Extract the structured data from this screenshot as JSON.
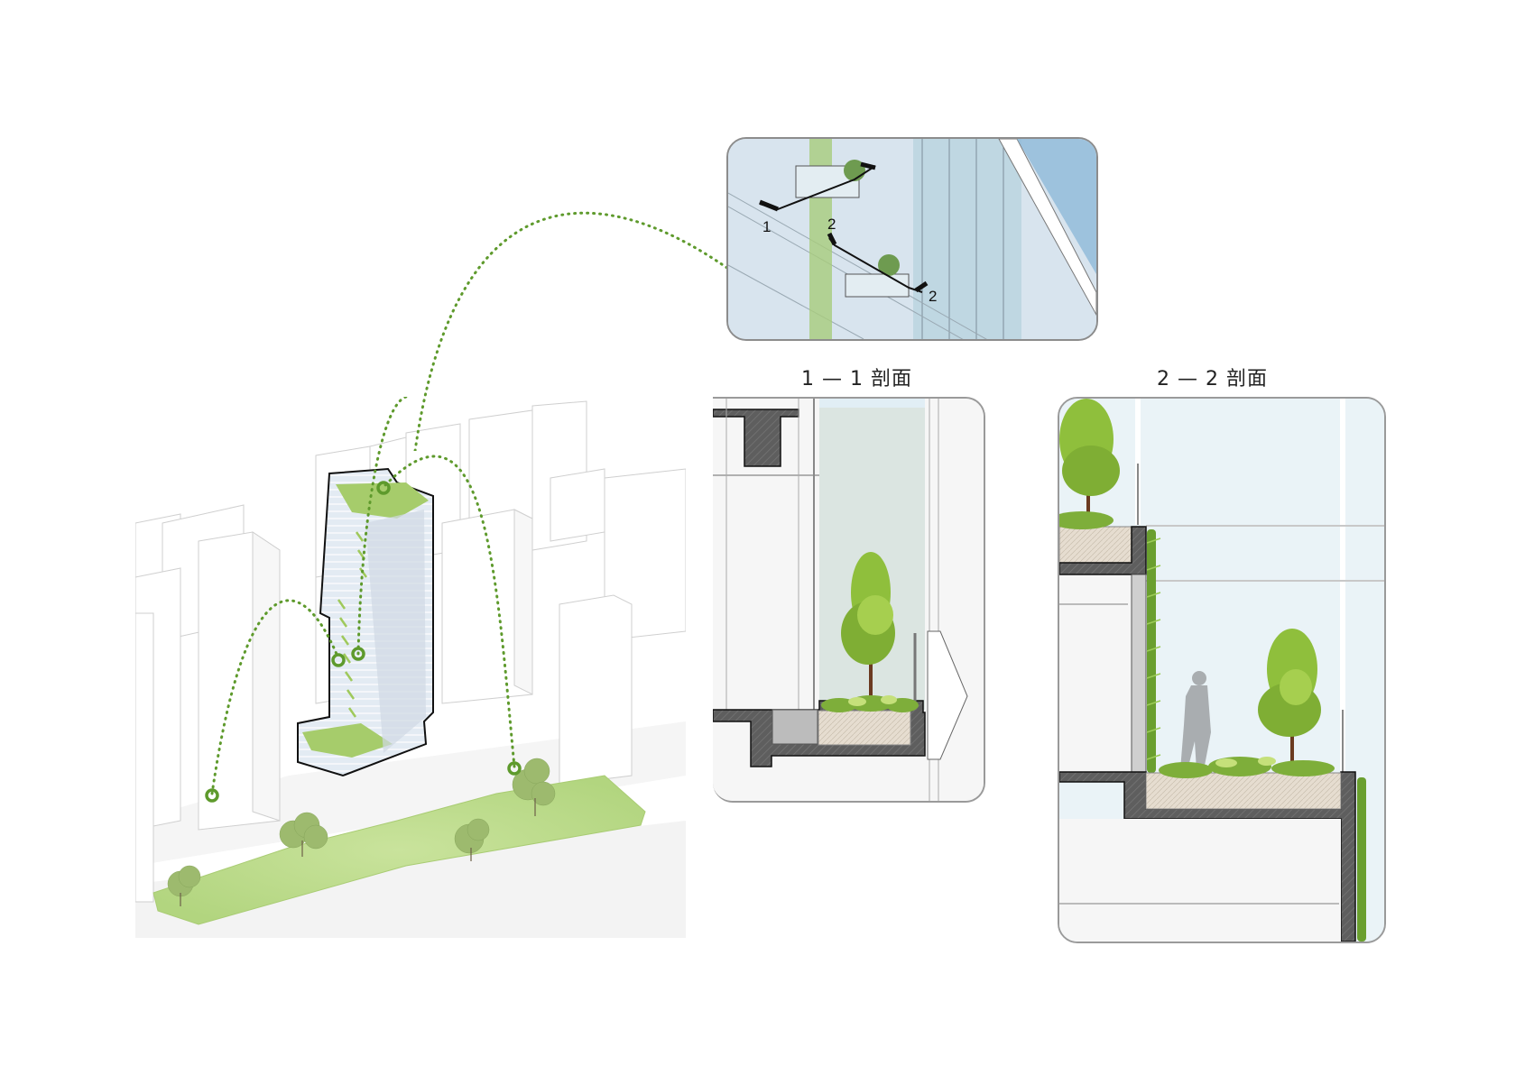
{
  "diagram": {
    "type": "architectural-vertical-greening-diagram",
    "axonometric": {
      "label": "site-axonometric",
      "green_points": 5,
      "colors": {
        "green_line": "#5e9a2c",
        "lawn": "#b9d98a",
        "buildings": "#ffffff",
        "building_stroke": "#cfcfcf",
        "tower_glass": "#dce6f0"
      }
    },
    "detail_inset": {
      "section_marks": [
        {
          "id": "1",
          "label": "1"
        },
        {
          "id": "2a",
          "label": "2"
        },
        {
          "id": "2b",
          "label": "2"
        }
      ]
    },
    "sections": [
      {
        "id": "section-1-1",
        "title": "1 — 1 剖面"
      },
      {
        "id": "section-2-2",
        "title": "2 — 2 剖面"
      }
    ],
    "colors": {
      "accent_green": "#6a9f2f",
      "concrete": "#5e5e5e",
      "soil": "#e6ddd0",
      "sky_glass": "#eaf3f7",
      "frosted_glass": "#dbe5e1",
      "panel_border": "#9a9a9a"
    }
  }
}
